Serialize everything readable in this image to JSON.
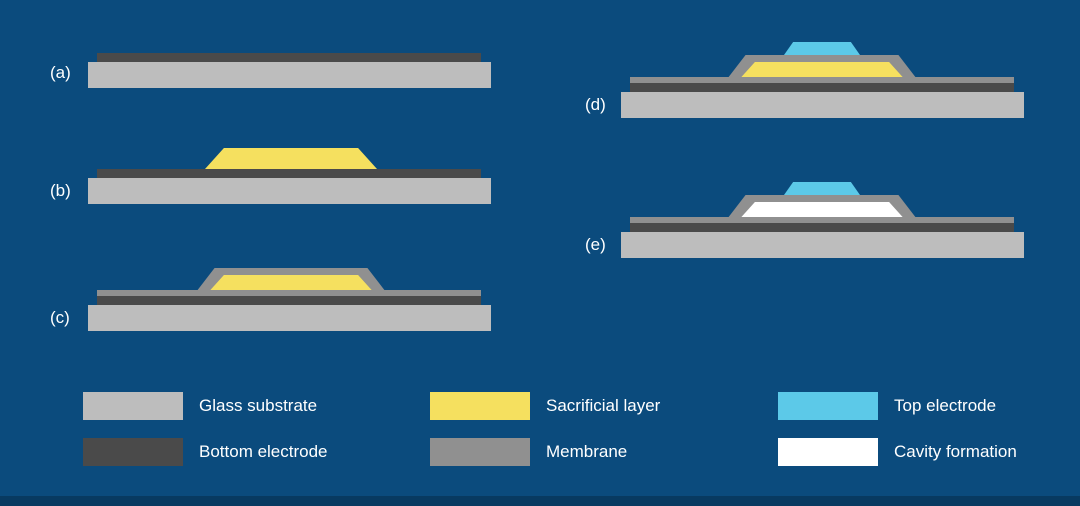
{
  "colors": {
    "bg": "#0b4b7d",
    "footer": "#083a61",
    "text": "#ffffff",
    "substrate": "#bdbdbd",
    "electrode": "#4a4a4a",
    "membrane": "#909090",
    "sacrificial": "#f5e05f",
    "topelectrode": "#5cc9e8",
    "cavity": "#ffffff"
  },
  "steps": [
    {
      "label": "(a)"
    },
    {
      "label": "(b)"
    },
    {
      "label": "(c)"
    },
    {
      "label": "(d)"
    },
    {
      "label": "(e)"
    }
  ],
  "legend": [
    {
      "label": "Glass substrate"
    },
    {
      "label": "Bottom electrode"
    },
    {
      "label": "Sacrificial layer"
    },
    {
      "label": "Membrane"
    },
    {
      "label": "Top electrode"
    },
    {
      "label": "Cavity formation"
    }
  ]
}
